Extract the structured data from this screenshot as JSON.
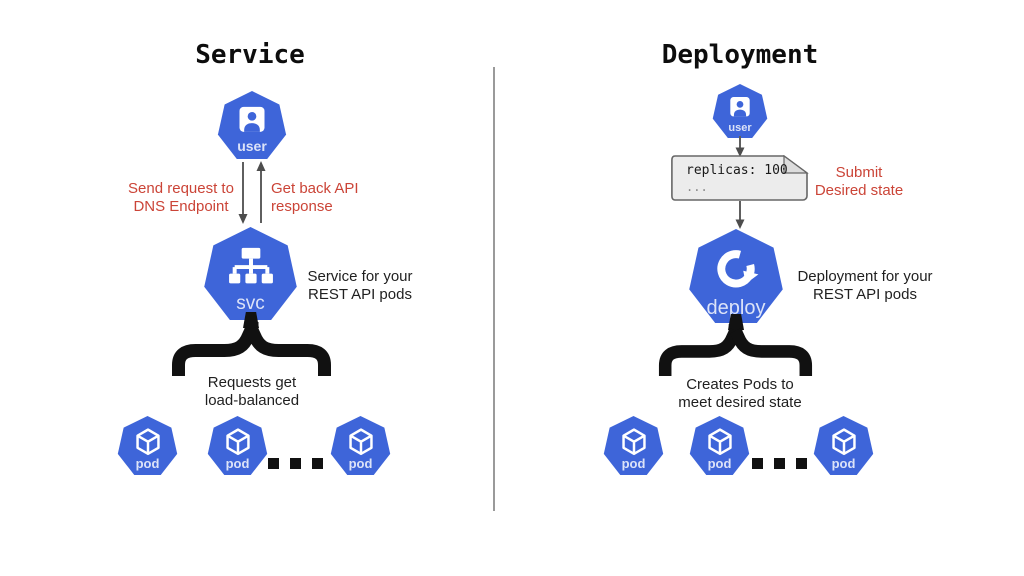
{
  "colors": {
    "k8s_blue": "#3E65D9",
    "annotation_red": "#CB4437",
    "brace_black": "#111111",
    "arrow_gray": "#5f5f5f",
    "note_bg": "#ECECEC",
    "note_border": "#666666",
    "divider_gray": "#9a9a9a"
  },
  "service": {
    "title": "Service",
    "user": {
      "label": "user"
    },
    "request_label": "Send request to\nDNS Endpoint",
    "response_label": "Get back API\nresponse",
    "svc": {
      "label": "svc",
      "caption": "Service for your\nREST API pods"
    },
    "brace_caption": "Requests get\nload-balanced",
    "pods": [
      {
        "label": "pod"
      },
      {
        "label": "pod"
      },
      {
        "label": "pod"
      }
    ],
    "ellipsis": "..."
  },
  "deployment": {
    "title": "Deployment",
    "user": {
      "label": "user"
    },
    "manifest": {
      "line1": "replicas: 100",
      "line2": "..."
    },
    "submit_label": "Submit\nDesired state",
    "deploy": {
      "label": "deploy",
      "caption": "Deployment for your\nREST API pods"
    },
    "brace_caption": "Creates Pods to\nmeet desired state",
    "pods": [
      {
        "label": "pod"
      },
      {
        "label": "pod"
      },
      {
        "label": "pod"
      }
    ],
    "ellipsis": "..."
  }
}
